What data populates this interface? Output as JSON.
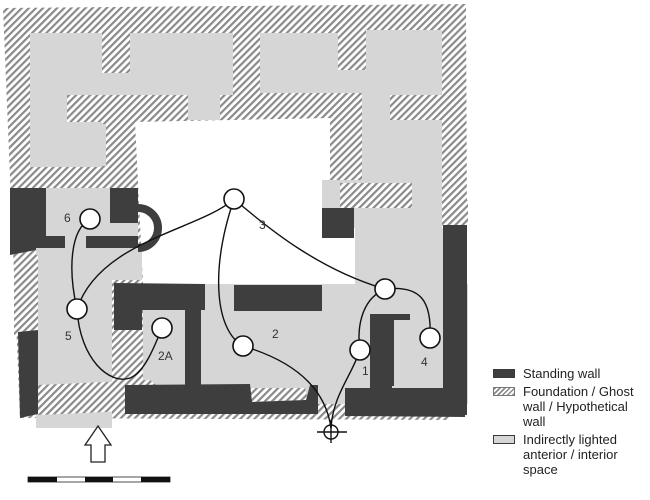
{
  "legend": {
    "items": [
      {
        "key": "standing_wall",
        "label": "Standing wall",
        "color": "#3e3e3e"
      },
      {
        "key": "foundation",
        "label": "Foundation / Ghost wall / Hypothetical wall",
        "color": "#8a8a8a"
      },
      {
        "key": "indirect_space",
        "label": "Indirectly lighted anterior / interior space",
        "color": "#d6d6d6"
      }
    ]
  },
  "nodes": [
    {
      "id": "1",
      "label": "1"
    },
    {
      "id": "2",
      "label": "2"
    },
    {
      "id": "2A",
      "label": "2A"
    },
    {
      "id": "3",
      "label": "3"
    },
    {
      "id": "4",
      "label": "4"
    },
    {
      "id": "5",
      "label": "5"
    },
    {
      "id": "6",
      "label": "6"
    }
  ],
  "edges": [
    [
      "entrance",
      "1"
    ],
    [
      "entrance",
      "2"
    ],
    [
      "1",
      "R"
    ],
    [
      "R",
      "4"
    ],
    [
      "R",
      "3"
    ],
    [
      "2",
      "3"
    ],
    [
      "3",
      "5"
    ],
    [
      "5",
      "6"
    ],
    [
      "5",
      "2A"
    ]
  ],
  "symbols": {
    "entrance": "entrance-crosshair",
    "north_arrow": "up-arrow",
    "scale_bar": "scale-bar"
  },
  "colors": {
    "standing_wall": "#3e3e3e",
    "hatch": "#8a8a8a",
    "interior": "#d6d6d6",
    "open": "#ffffff"
  }
}
